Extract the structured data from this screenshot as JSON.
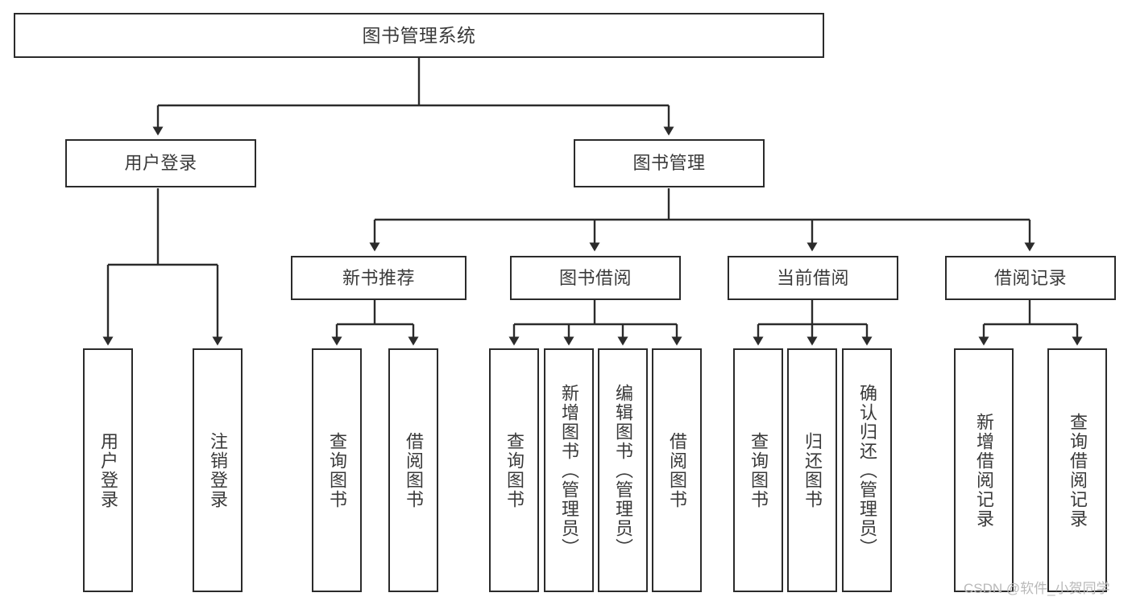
{
  "diagram": {
    "title": "图书管理系统",
    "type": "tree-hierarchy",
    "stroke_color": "#2b2b2b",
    "text_color": "#3a3a3a",
    "background_color": "#ffffff",
    "watermark": "CSDN @软件_小贺同学"
  },
  "nodes": {
    "root": {
      "label": "图书管理系统"
    },
    "level1": [
      {
        "label": "用户登录"
      },
      {
        "label": "图书管理"
      }
    ],
    "level2": [
      {
        "label": "新书推荐"
      },
      {
        "label": "图书借阅"
      },
      {
        "label": "当前借阅"
      },
      {
        "label": "借阅记录"
      }
    ],
    "leaves_user_login": [
      {
        "label": "用户登录"
      },
      {
        "label": "注销登录"
      }
    ],
    "leaves_new_book": [
      {
        "label": "查询图书"
      },
      {
        "label": "借阅图书"
      }
    ],
    "leaves_borrow": [
      {
        "label": "查询图书"
      },
      {
        "label": "新增图书（管理员）"
      },
      {
        "label": "编辑图书（管理员）"
      },
      {
        "label": "借阅图书"
      }
    ],
    "leaves_current": [
      {
        "label": "查询图书"
      },
      {
        "label": "归还图书"
      },
      {
        "label": "确认归还（管理员）"
      }
    ],
    "leaves_record": [
      {
        "label": "新增借阅记录"
      },
      {
        "label": "查询借阅记录"
      }
    ]
  }
}
